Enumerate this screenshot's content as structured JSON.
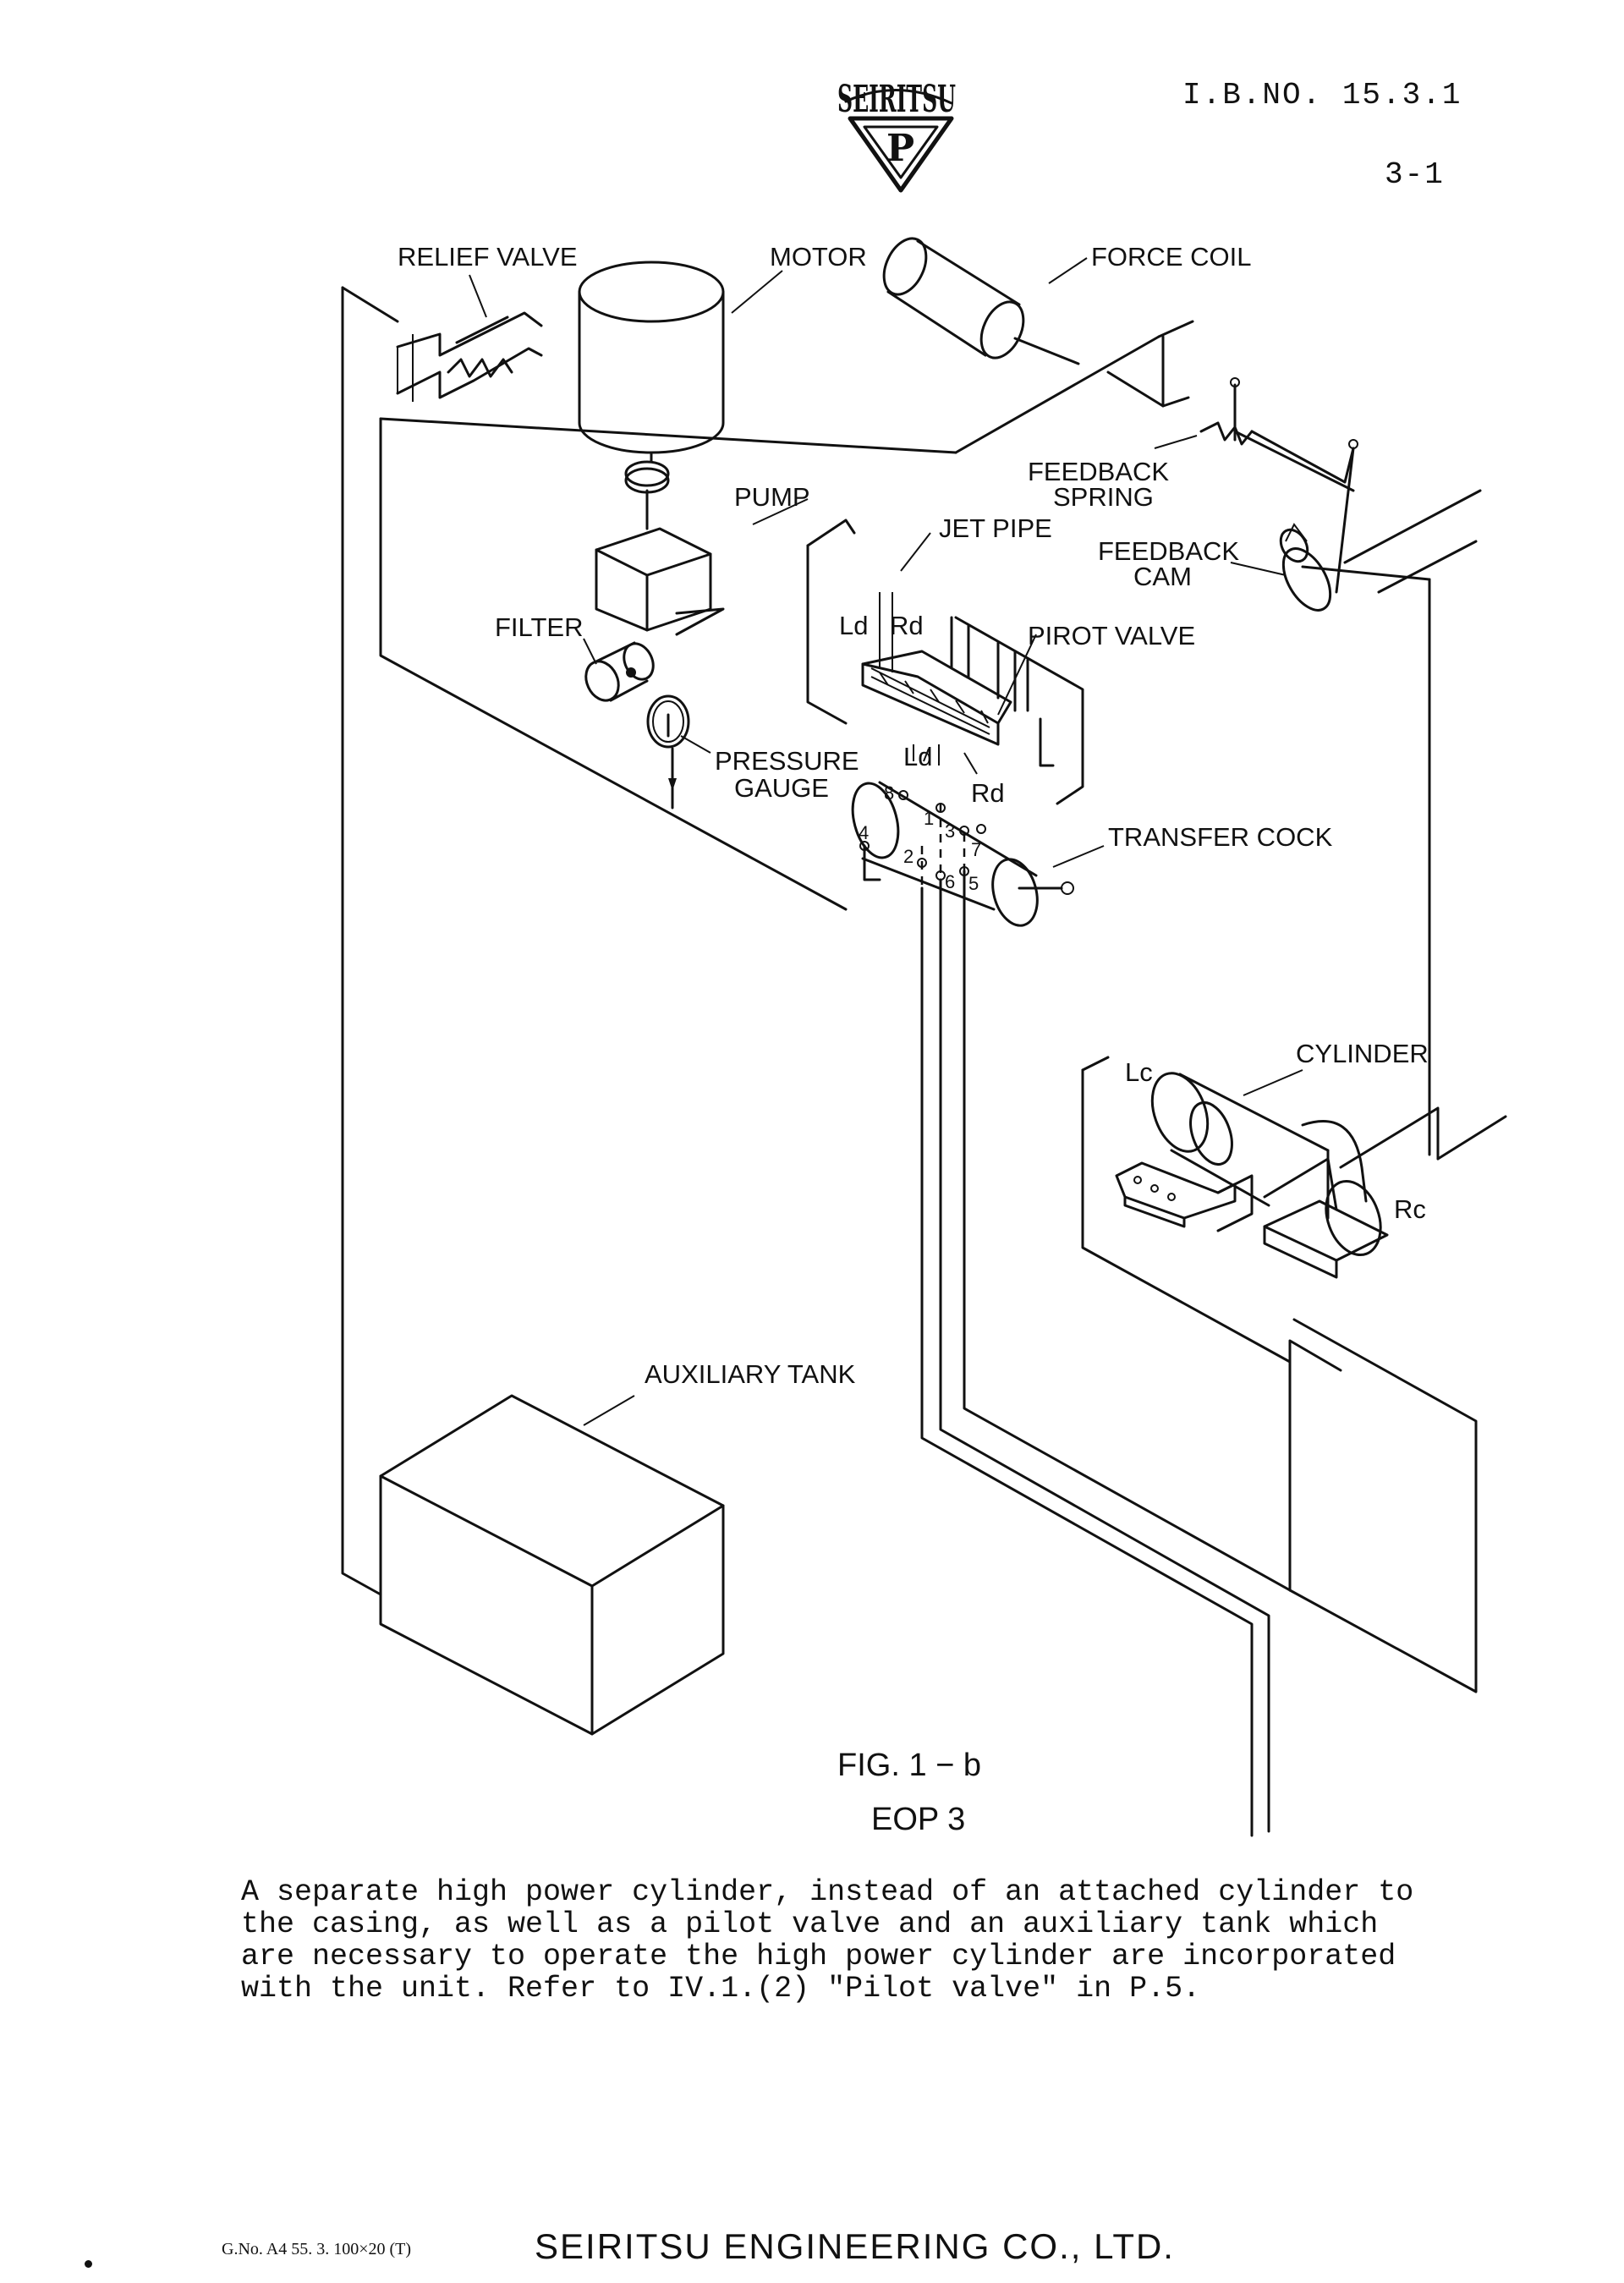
{
  "header": {
    "logo_text": "SEIRITSU",
    "logo_letter": "P",
    "ib_number": "I.B.NO. 15.3.1",
    "page_number": "3-1"
  },
  "labels": {
    "relief_valve": "RELIEF VALVE",
    "motor": "MOTOR",
    "force_coil": "FORCE COIL",
    "feedback_spring_1": "FEEDBACK",
    "feedback_spring_2": "SPRING",
    "pump": "PUMP",
    "jet_pipe": "JET PIPE",
    "feedback_cam_1": "FEEDBACK",
    "feedback_cam_2": "CAM",
    "filter": "FILTER",
    "ld": "Ld",
    "rd": "Rd",
    "pirot_valve": "PIROT VALVE",
    "pressure_gauge_1": "PRESSURE",
    "pressure_gauge_2": "GAUGE",
    "ld_lower": "Ld",
    "rd_lower": "Rd",
    "transfer_cock": "TRANSFER COCK",
    "port_1": "1",
    "port_2": "2",
    "port_3": "3",
    "port_4": "4",
    "port_5": "5",
    "port_6": "6",
    "port_7": "7",
    "port_8": "8",
    "cylinder": "CYLINDER",
    "lc": "Lc",
    "rc": "Rc",
    "auxiliary_tank": "AUXILIARY TANK"
  },
  "figure": {
    "caption": "FIG. 1 − b",
    "model": "EOP 3"
  },
  "body_text": "A separate high power cylinder, instead of an attached cylinder to\nthe casing, as well as a pilot valve and an auxiliary tank which\nare necessary to operate the high power cylinder are incorporated\nwith the unit. Refer to IV.1.(2) \"Pilot valve\" in P.5.",
  "footer": {
    "form_number": "G.No. A4 55. 3. 100×20 (T)",
    "company": "SEIRITSU ENGINEERING CO., LTD."
  }
}
